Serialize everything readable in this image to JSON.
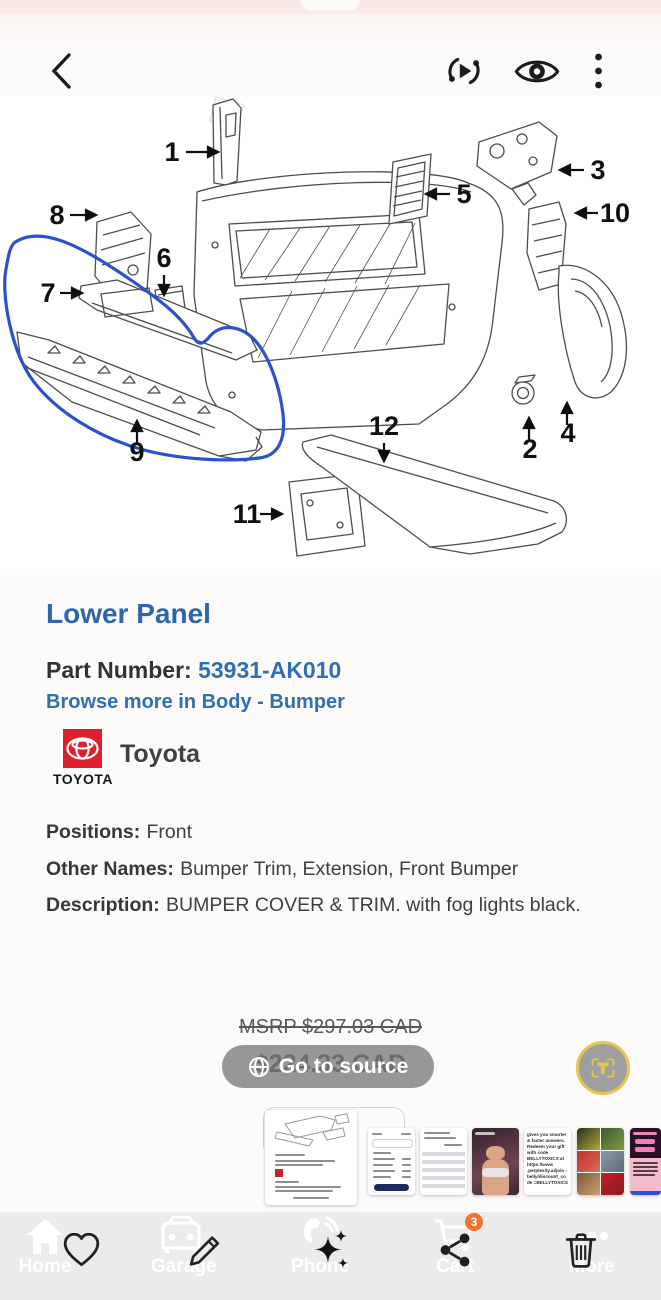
{
  "header": {
    "icons": [
      "chevron-left-icon",
      "slideshow-play-icon",
      "eye-icon",
      "kebab-menu-icon"
    ]
  },
  "diagram": {
    "type": "exploded-parts-diagram",
    "highlight_color": "#2b52cc",
    "line_color": "#4d4d4d",
    "labels": [
      "1",
      "2",
      "3",
      "4",
      "5",
      "6",
      "7",
      "8",
      "9",
      "10",
      "11",
      "12"
    ]
  },
  "part": {
    "title": "Lower Panel",
    "part_number_label": "Part Number:",
    "part_number": "53931-AK010",
    "browse_link": "Browse more in Body - Bumper",
    "brand_name": "Toyota",
    "brand_logo_text": "TOYOTA",
    "positions_label": "Positions:",
    "positions_value": "Front",
    "other_names_label": "Other Names:",
    "other_names_value": "Bumper Trim, Extension, Front Bumper",
    "description_label": "Description:",
    "description_value": "BUMPER COVER & TRIM. with fog lights black.",
    "msrp_text": "MSRP $297.03 CAD",
    "price_text": "$224.33 CAD",
    "source_button_label": "Go to source",
    "source_button_icon": "globe-icon",
    "scan_button_icon": "text-scan-icon"
  },
  "thumbnails": {
    "promo_text": "gives you smarter & faster answers. Redeem your gift with code BELLYTOXICS at https://www .perplexity.ai/join -belly/discount_code =BELLYTOXICS"
  },
  "bottom_nav": {
    "items": [
      {
        "label": "Home",
        "icon": "home-icon"
      },
      {
        "label": "Garage",
        "icon": "car-icon"
      },
      {
        "label": "Phone",
        "icon": "phone-icon"
      },
      {
        "label": "Cart",
        "icon": "cart-icon",
        "badge": "3"
      },
      {
        "label": "More",
        "icon": "dots-icon"
      }
    ]
  },
  "overlay_actions": [
    "favorite-icon",
    "edit-icon",
    "sparkles-icon",
    "share-icon",
    "trash-icon"
  ],
  "colors": {
    "accent_blue": "#2f66a7",
    "link_blue": "#2f6fb2",
    "brand_red": "#dd1f2c",
    "highlight_blue": "#2b52cc",
    "badge_orange": "#f0742f",
    "scan_gold": "#e8c649",
    "status_pink": "#fbe9e7",
    "nav_gray": "#ecebea"
  }
}
